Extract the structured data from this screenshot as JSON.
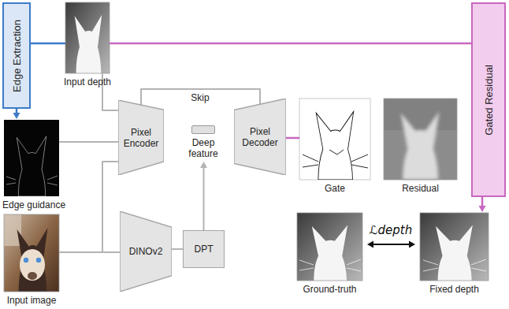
{
  "diagram": {
    "nodes": [
      {
        "text": [
          "Edge Extraction"
        ]
      },
      {
        "text": [
          "Input depth"
        ]
      },
      {
        "text": [
          "Gated Residual"
        ]
      },
      {
        "text": [
          "Edge guidance"
        ]
      },
      {
        "text": [
          "Pixel Encoder"
        ]
      },
      {
        "text": [
          "Deep feature"
        ]
      },
      {
        "text": [
          "Pixel Decoder"
        ]
      },
      {
        "text": [
          "Gate"
        ]
      },
      {
        "text": [
          "Residual"
        ]
      },
      {
        "text": [
          "Input image"
        ]
      },
      {
        "text": [
          "DINOv2"
        ]
      },
      {
        "text": [
          "DPT"
        ]
      },
      {
        "text": [
          "Ground-truth"
        ]
      },
      {
        "text": [
          "Fixed depth"
        ]
      }
    ],
    "edges": [
      {
        "from": 1,
        "to": 0,
        "arrow": "none"
      },
      {
        "from": 0,
        "to": 3,
        "arrow": "to"
      },
      {
        "from": 1,
        "to": 2,
        "arrow": "none"
      },
      {
        "from": 1,
        "to": 4,
        "arrow": "none"
      },
      {
        "from": 3,
        "to": 4,
        "arrow": "none"
      },
      {
        "from": 9,
        "to": 4,
        "arrow": "none"
      },
      {
        "from": 9,
        "to": 10,
        "arrow": "none"
      },
      {
        "from": 10,
        "to": 11,
        "arrow": "none"
      },
      {
        "from": 11,
        "to": 5,
        "arrow": "to"
      },
      {
        "from": 4,
        "to": 6,
        "label": "Skip",
        "arrow": "none"
      },
      {
        "from": 6,
        "to": 7,
        "arrow": "none"
      },
      {
        "from": 2,
        "to": 13,
        "arrow": "to"
      },
      {
        "from": 12,
        "to": 13,
        "label": "ℒdepth",
        "arrow": "both"
      }
    ]
  }
}
